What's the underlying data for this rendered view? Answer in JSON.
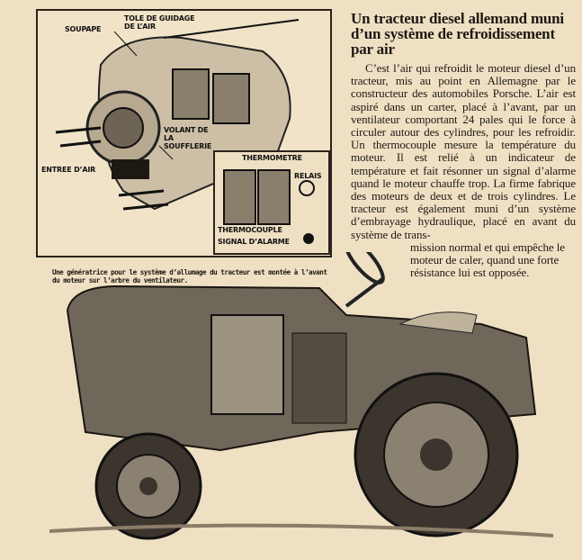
{
  "article": {
    "title": "Un tracteur diesel allemand muni d’un système de refroidissement par air",
    "body": "C’est l’air qui refroidit le moteur diesel d’un tracteur, mis au point en Allemagne par le constructeur des automobiles Porsche. L’air est aspiré dans un carter, placé à l’avant, par un ventilateur comportant 24 pales qui le force à circuler autour des cylindres, pour les refroidir. Un thermocouple mesure la température du moteur. Il est relié à un indicateur de température et fait résonner un signal d’alarme quand le moteur chauffe trop. La firme fabrique des moteurs de deux et de trois cylindres. Le tracteur est également muni d’un système d’embrayage hydraulique, placé en avant du système de trans-",
    "body_end": "mission normal et qui empêche le moteur de caler, quand une forte résistance lui est opposée."
  },
  "diagram": {
    "labels": {
      "soupape": "SOUPAPE",
      "tole": "TOLE DE GUIDAGE DE L’AIR",
      "volant": "VOLANT DE LA SOUFFLERIE",
      "entree": "ENTREE D’AIR",
      "thermometre": "THERMOMETRE",
      "relais": "RELAIS",
      "thermocouple": "THERMOCOUPLE",
      "signal": "SIGNAL D’ALARME"
    }
  },
  "caption": "Une génératrice pour le système d’allumage du tracteur est montée à l’avant du moteur sur l’arbre du ventilateur."
}
